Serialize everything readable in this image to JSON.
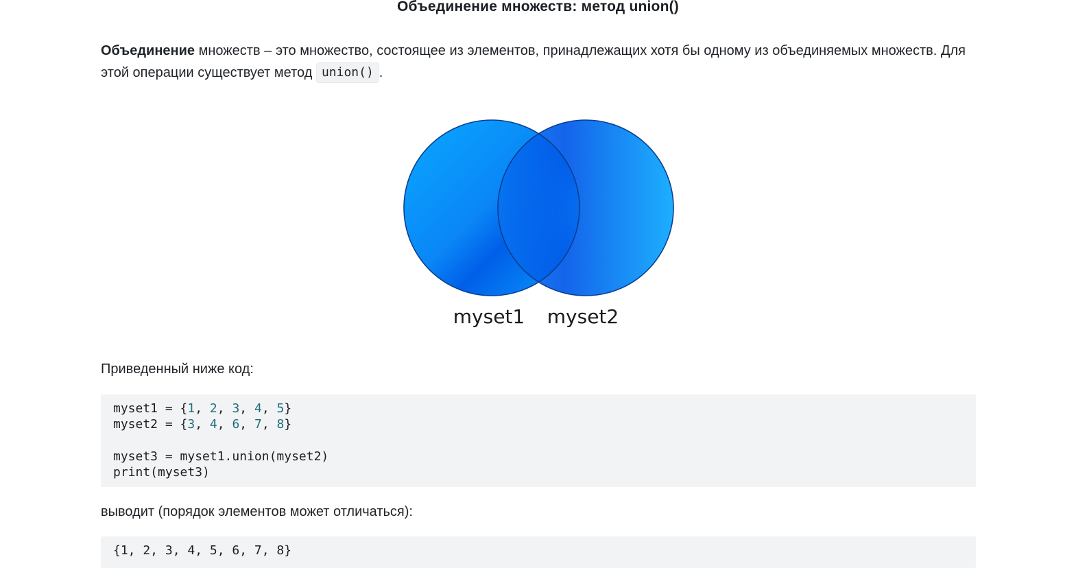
{
  "title": "Объединение множеств: метод union()",
  "intro": {
    "bold": "Объединение",
    "rest": " множеств – это множество, состоящее из элементов, принадлежащих хотя бы одному из объединяемых множеств. Для этой операции существует метод ",
    "code": "union()",
    "end": "."
  },
  "diagram": {
    "labels": [
      "myset1",
      "myset2"
    ],
    "colors": {
      "light_blue": "#0ca7ff",
      "deep_blue": "#0058e8",
      "outline": "#0b3f8e"
    }
  },
  "code_label": "Приведенный ниже код:",
  "code_lines": [
    {
      "prefix": "myset1 = {",
      "nums": [
        "1",
        "2",
        "3",
        "4",
        "5"
      ],
      "suffix": "}"
    },
    {
      "prefix": "myset2 = {",
      "nums": [
        "3",
        "4",
        "6",
        "7",
        "8"
      ],
      "suffix": "}"
    },
    {
      "text": ""
    },
    {
      "text": "myset3 = myset1.union(myset2)"
    },
    {
      "text": "print(myset3)"
    }
  ],
  "output_label": "выводит (порядок элементов может отличаться):",
  "output_text": "{1, 2, 3, 4, 5, 6, 7, 8}"
}
